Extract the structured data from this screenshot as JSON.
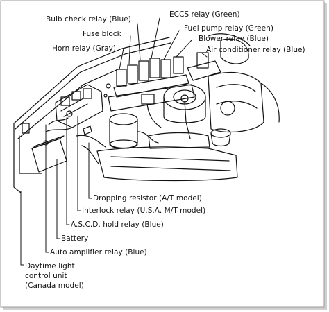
{
  "labels": {
    "bulb_check_relay": "Bulb check relay (Blue)",
    "fuse_block": "Fuse block",
    "horn_relay": "Horn relay (Gray)",
    "eccs_relay": "ECCS relay (Green)",
    "fuel_pump_relay": "Fuel pump relay (Green)",
    "blower_relay": "Blower relay (Blue)",
    "air_conditioner_relay": "Air conditioner relay (Blue)",
    "dropping_resistor": "Dropping resistor (A/T model)",
    "interlock_relay": "Interlock relay (U.S.A. M/T model)",
    "ascd_hold_relay": "A.S.C.D. hold relay (Blue)",
    "battery": "Battery",
    "auto_amplifier_relay": "Auto amplifier relay (Blue)",
    "daytime_light_line1": "Daytime light",
    "daytime_light_line2": "control unit",
    "daytime_light_line3": "(Canada model)"
  }
}
